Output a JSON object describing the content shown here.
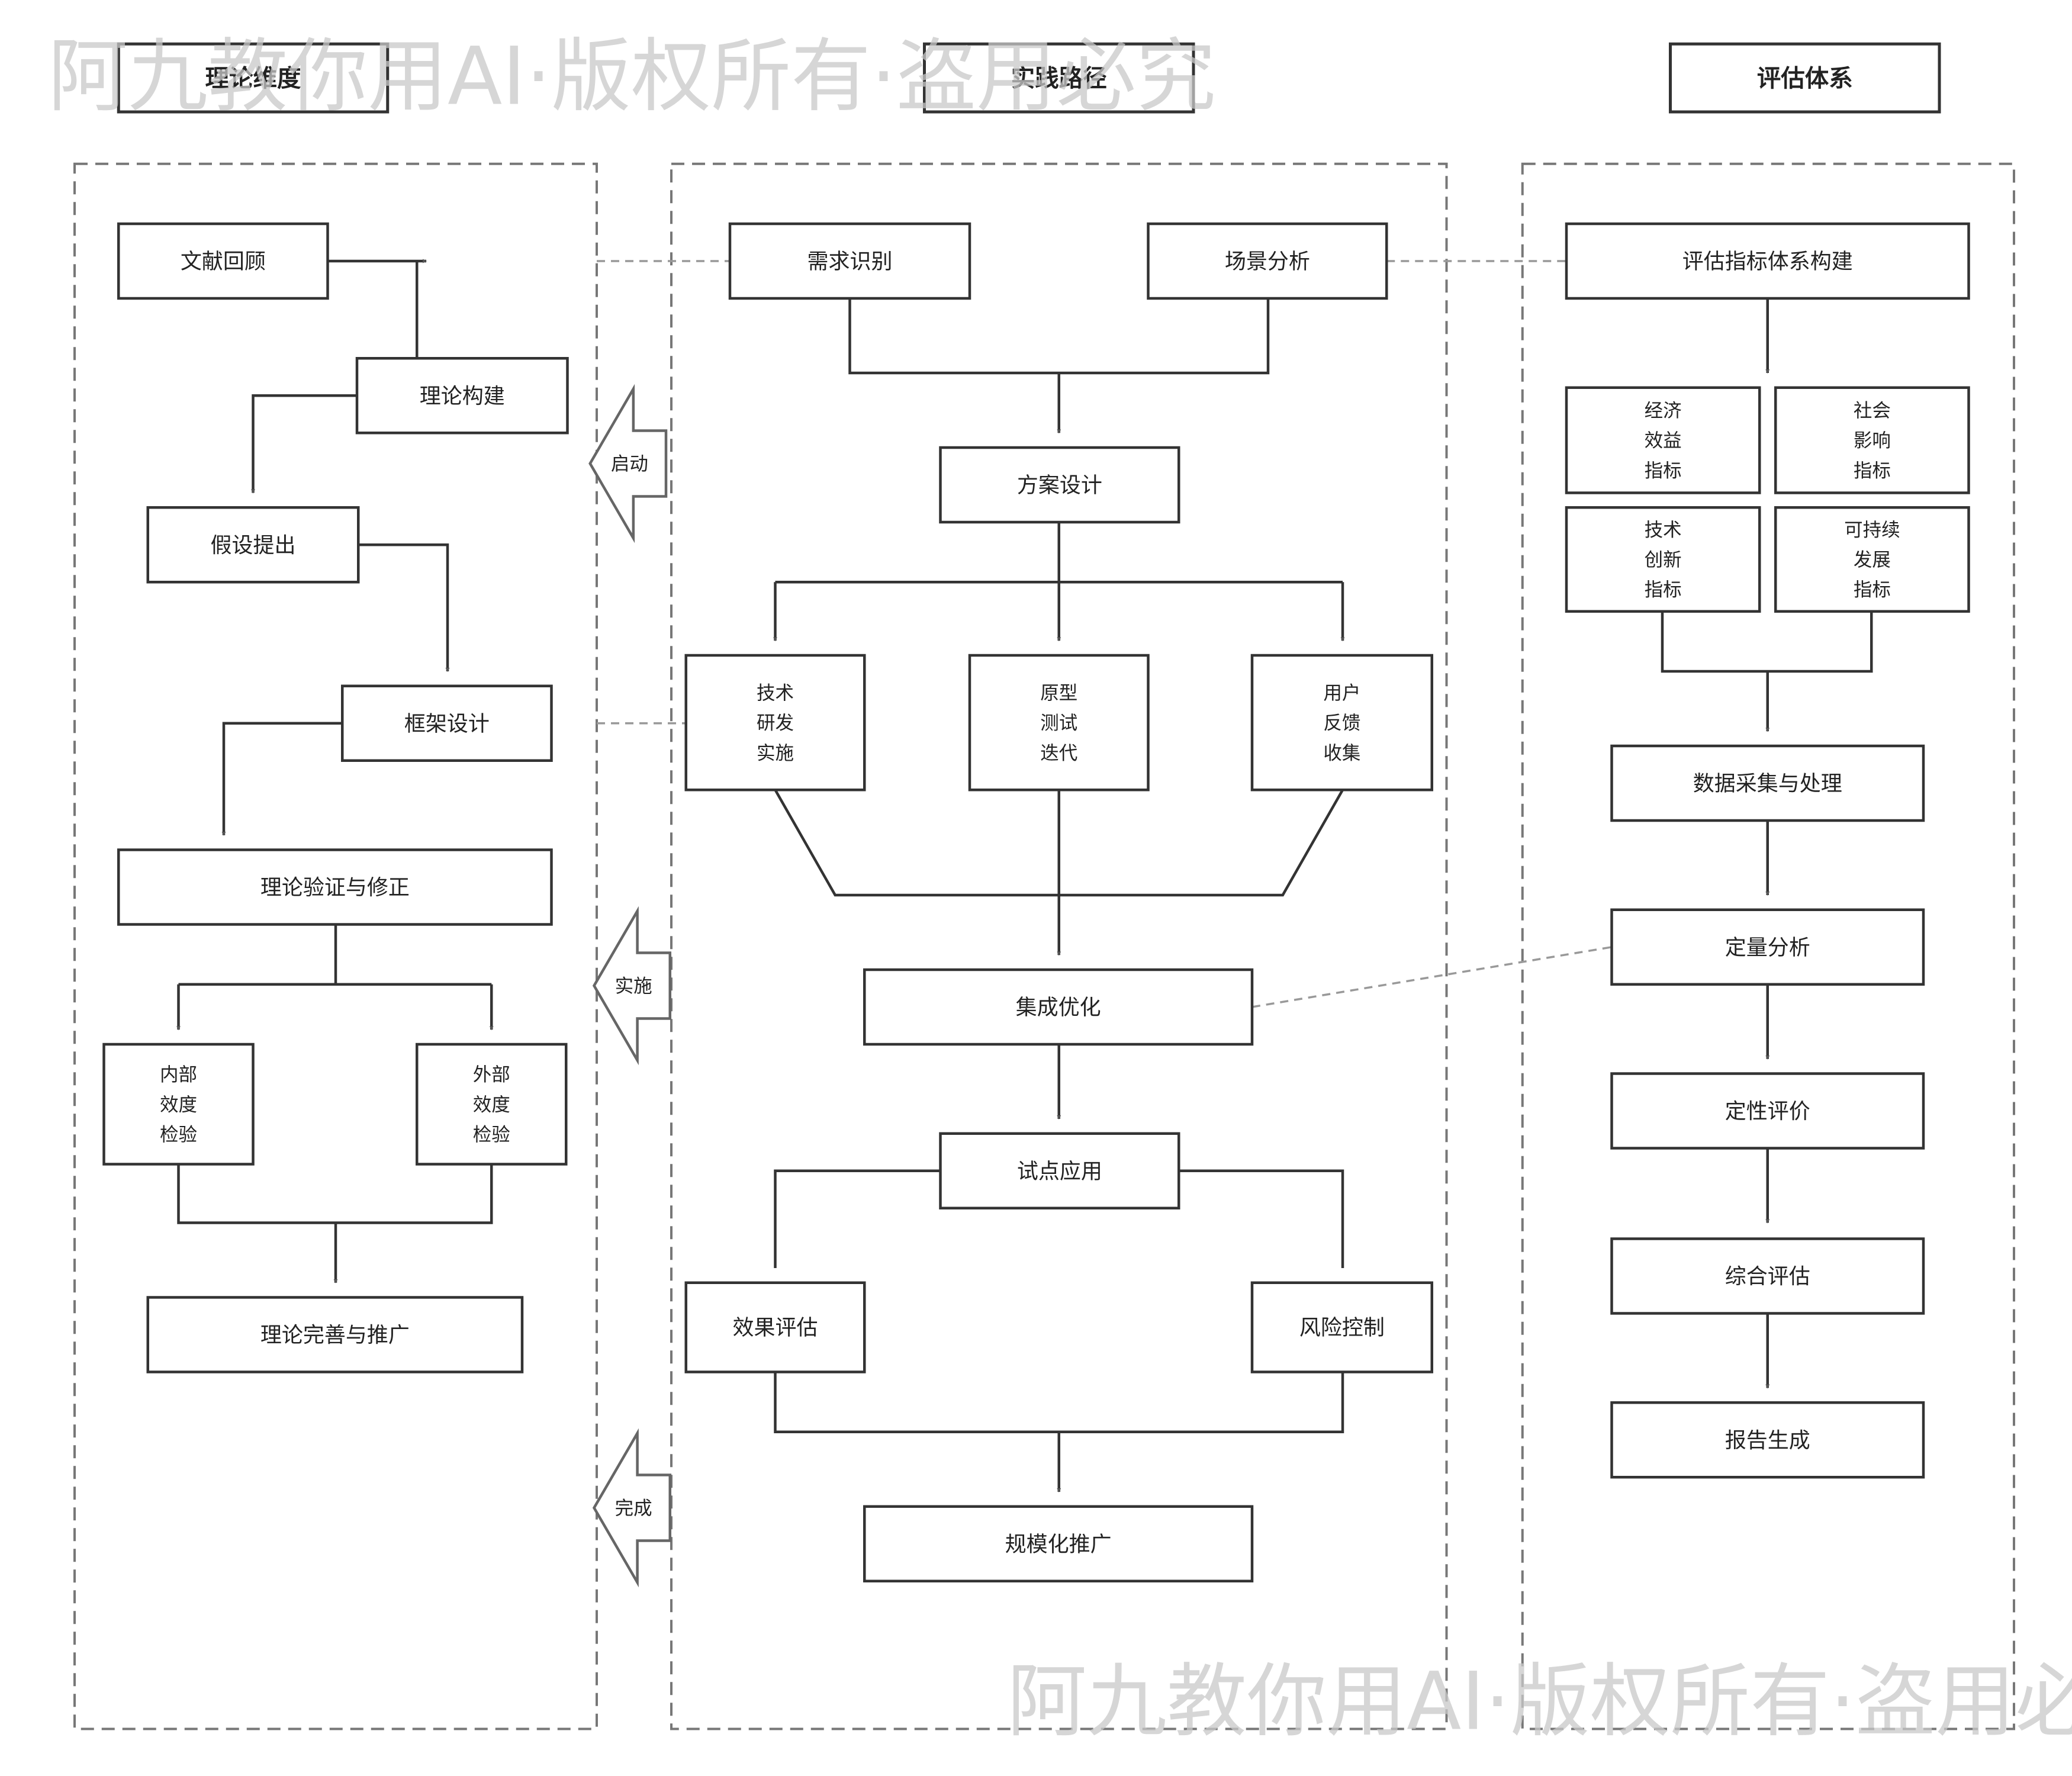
{
  "columns": {
    "theory": "理论维度",
    "practice": "实践路径",
    "evaluation": "评估体系"
  },
  "theory": {
    "literature_review": "文献回顾",
    "theory_construction": "理论构建",
    "hypothesis": "假设提出",
    "framework_design": "框架设计",
    "verification": "理论验证与修正",
    "internal_validity": "内部\n效度\n检验",
    "external_validity": "外部\n效度\n检验",
    "refinement": "理论完善与推广"
  },
  "practice": {
    "needs_identification": "需求识别",
    "scenario_analysis": "场景分析",
    "solution_design": "方案设计",
    "tech_rd": "技术\n研发\n实施",
    "prototype_testing": "原型\n测试\n迭代",
    "user_feedback": "用户\n反馈\n收集",
    "integration": "集成优化",
    "pilot": "试点应用",
    "effect_evaluation": "效果评估",
    "risk_control": "风险控制",
    "scale_up": "规模化推广"
  },
  "evaluation": {
    "indicator_system": "评估指标体系构建",
    "economic": "经济\n效益\n指标",
    "social": "社会\n影响\n指标",
    "tech_innovation": "技术\n创新\n指标",
    "sustainability": "可持续\n发展\n指标",
    "data_processing": "数据采集与处理",
    "quantitative": "定量分析",
    "qualitative": "定性评价",
    "comprehensive": "综合评估",
    "report": "报告生成"
  },
  "stages": {
    "start": "启动",
    "implement": "实施",
    "complete": "完成"
  },
  "watermark": "阿九教你用AI·版权所有·盗用必究",
  "colors": {
    "stroke": "#333333",
    "arrow": "#555555",
    "dashed": "#777777",
    "watermark": "#c8c8c8"
  }
}
